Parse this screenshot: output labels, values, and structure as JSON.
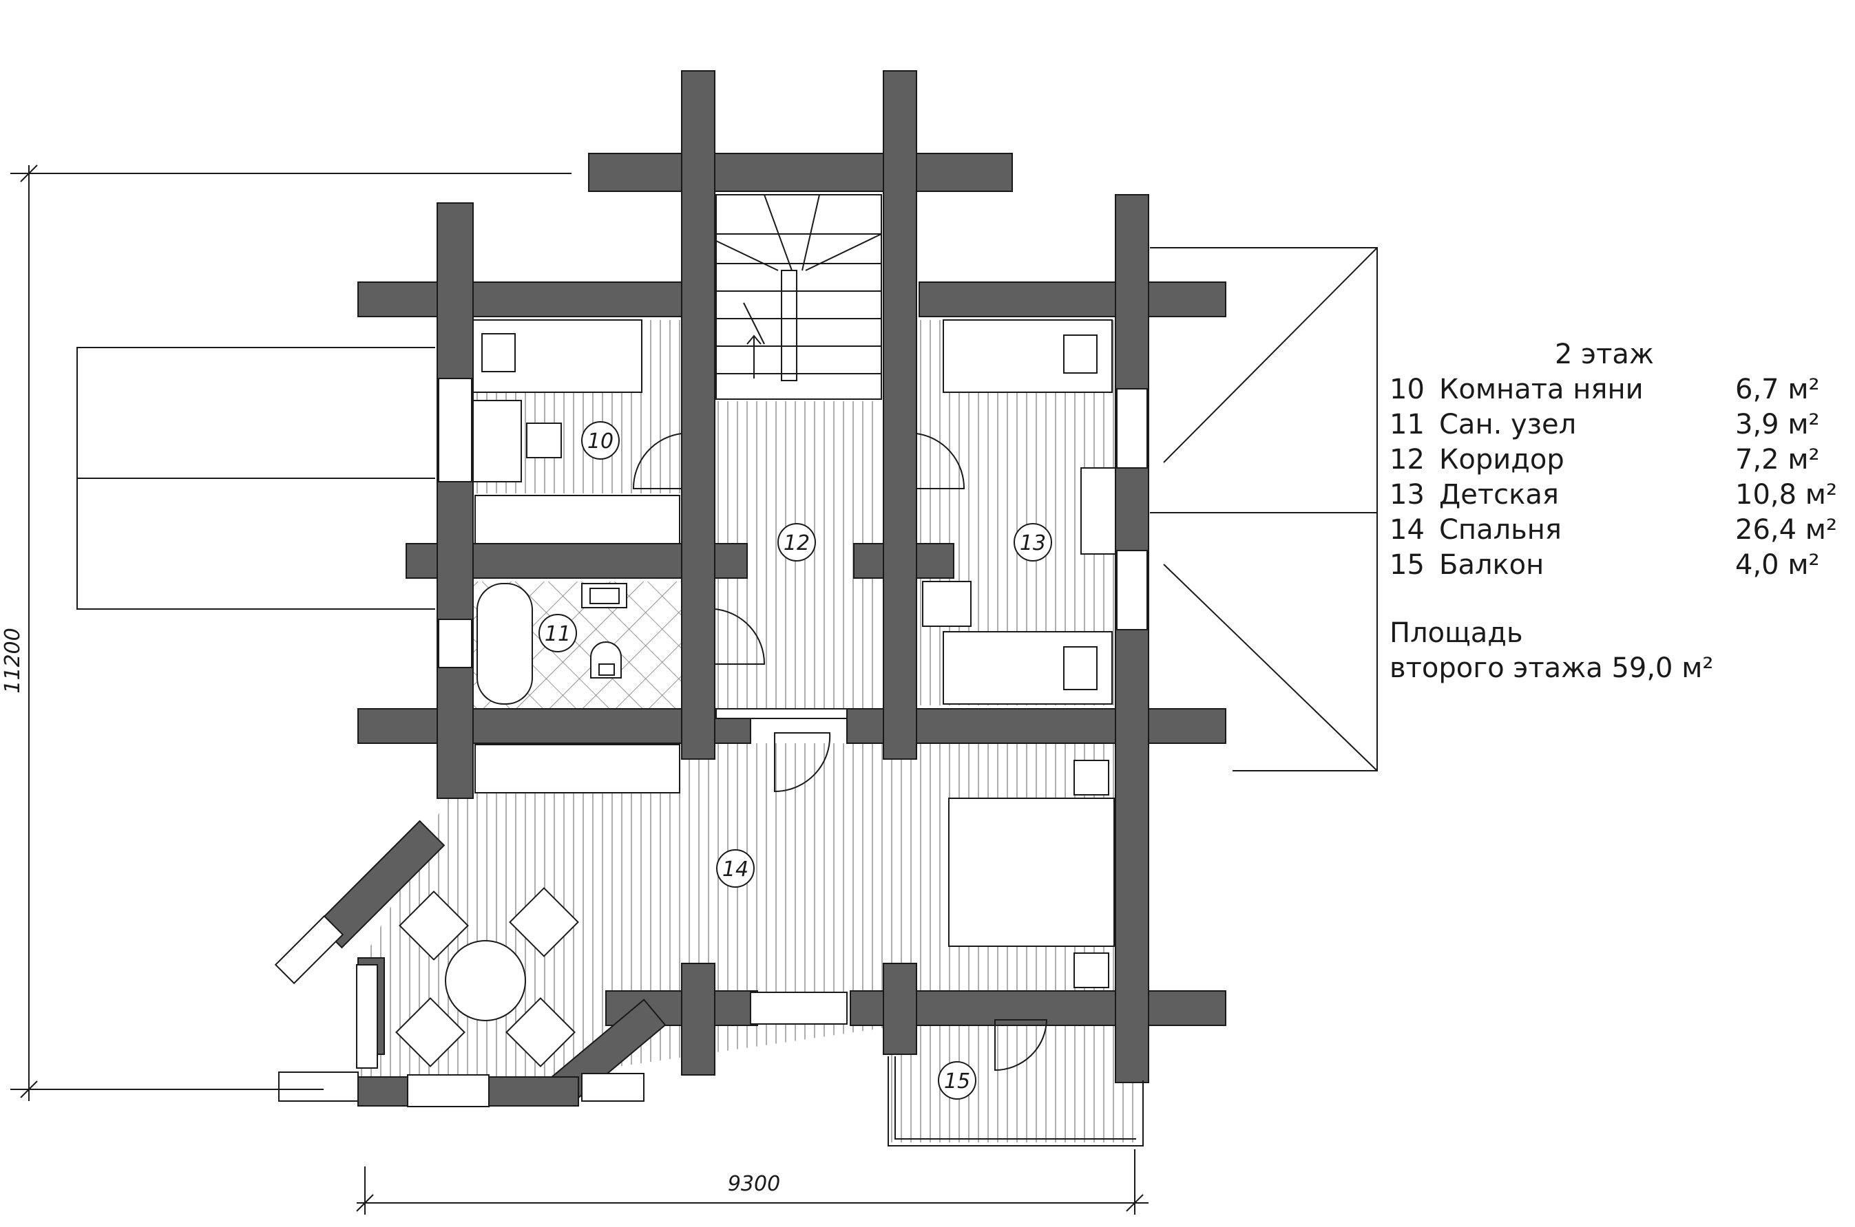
{
  "floor_title": "2 этаж",
  "rooms": [
    {
      "num": "10",
      "name": "Комната няни",
      "area": "6,7 м²"
    },
    {
      "num": "11",
      "name": "Сан. узел",
      "area": "3,9 м²"
    },
    {
      "num": "12",
      "name": "Коридор",
      "area": "7,2 м²"
    },
    {
      "num": "13",
      "name": "Детская",
      "area": "10,8 м²"
    },
    {
      "num": "14",
      "name": "Спальня",
      "area": "26,4 м²"
    },
    {
      "num": "15",
      "name": "Балкон",
      "area": "4,0 м²"
    }
  ],
  "total_label_line1": "Площадь",
  "total_label_line2": "второго этажа  59,0 м²",
  "dimensions": {
    "width": "9300",
    "height": "11200"
  },
  "colors": {
    "wall": "#5f5f5f",
    "line": "#1a1a1a",
    "background": "#ffffff"
  }
}
